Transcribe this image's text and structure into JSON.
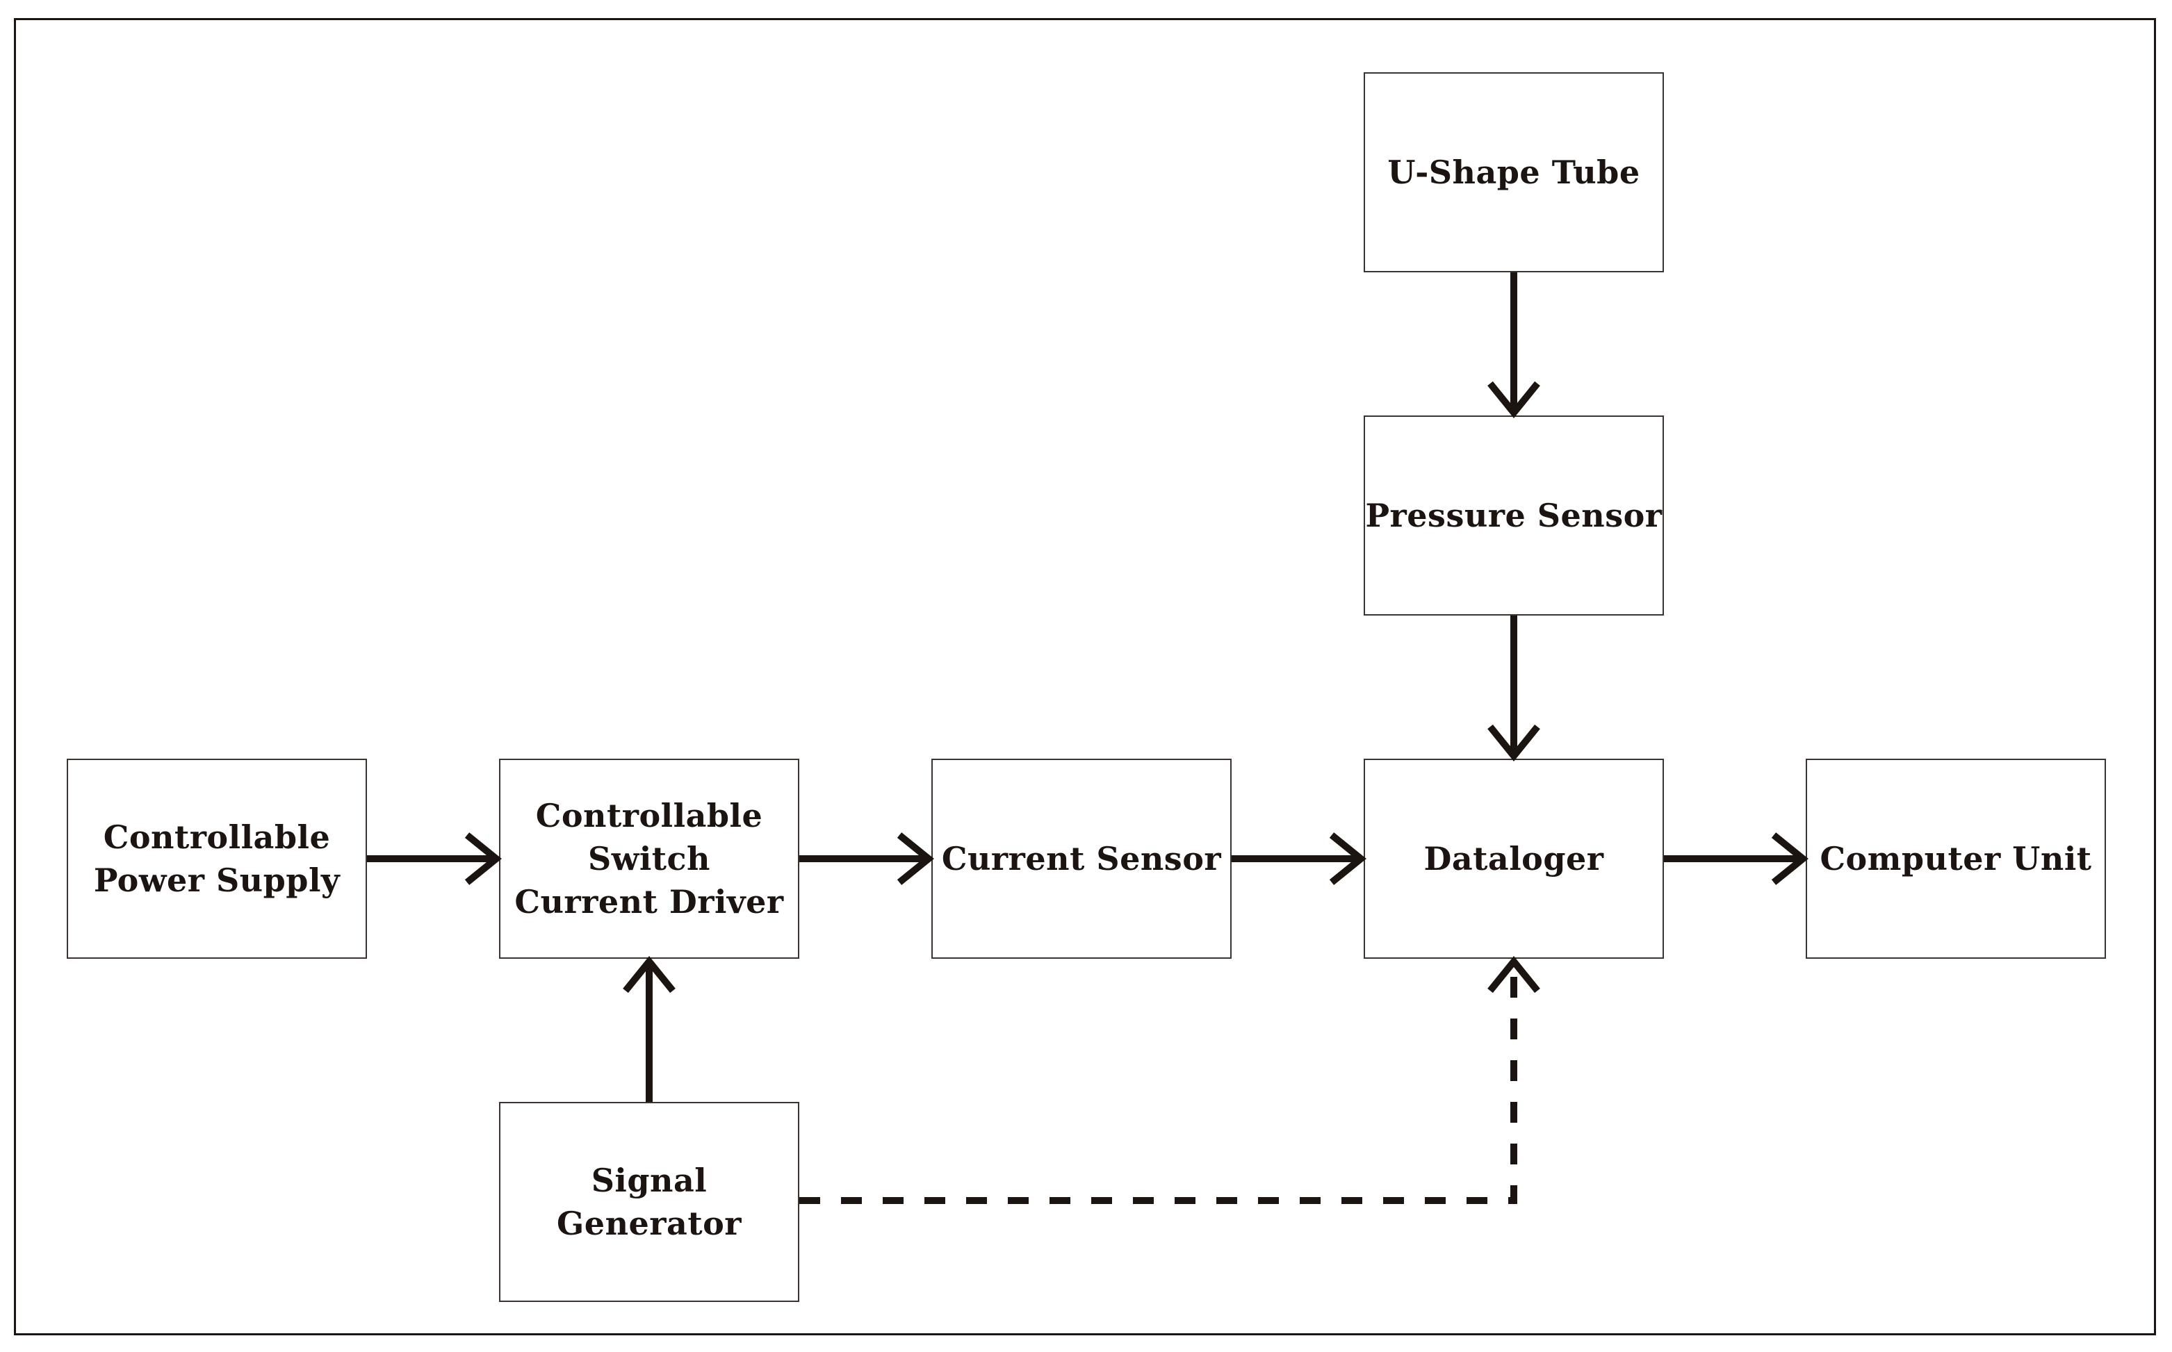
{
  "diagram": {
    "blocks": [
      {
        "id": "power_supply",
        "label": "Controllable\nPower Supply"
      },
      {
        "id": "switch_driver",
        "label": "Controllable\nSwitch\nCurrent Driver"
      },
      {
        "id": "current_sensor",
        "label": "Current Sensor"
      },
      {
        "id": "datalogger",
        "label": "Dataloger"
      },
      {
        "id": "computer_unit",
        "label": "Computer Unit"
      },
      {
        "id": "u_tube",
        "label": "U-Shape Tube"
      },
      {
        "id": "pressure_sensor",
        "label": "Pressure Sensor"
      },
      {
        "id": "signal_generator",
        "label": "Signal\nGenerator"
      }
    ],
    "connections": [
      {
        "from": "power_supply",
        "to": "switch_driver",
        "style": "solid"
      },
      {
        "from": "switch_driver",
        "to": "current_sensor",
        "style": "solid"
      },
      {
        "from": "current_sensor",
        "to": "datalogger",
        "style": "solid"
      },
      {
        "from": "datalogger",
        "to": "computer_unit",
        "style": "solid"
      },
      {
        "from": "u_tube",
        "to": "pressure_sensor",
        "style": "solid"
      },
      {
        "from": "pressure_sensor",
        "to": "datalogger",
        "style": "solid"
      },
      {
        "from": "signal_generator",
        "to": "switch_driver",
        "style": "solid"
      },
      {
        "from": "signal_generator",
        "to": "datalogger",
        "style": "dashed"
      }
    ],
    "colors": {
      "line": "#1c1410",
      "border": "#3a3330",
      "background": "#ffffff"
    }
  }
}
